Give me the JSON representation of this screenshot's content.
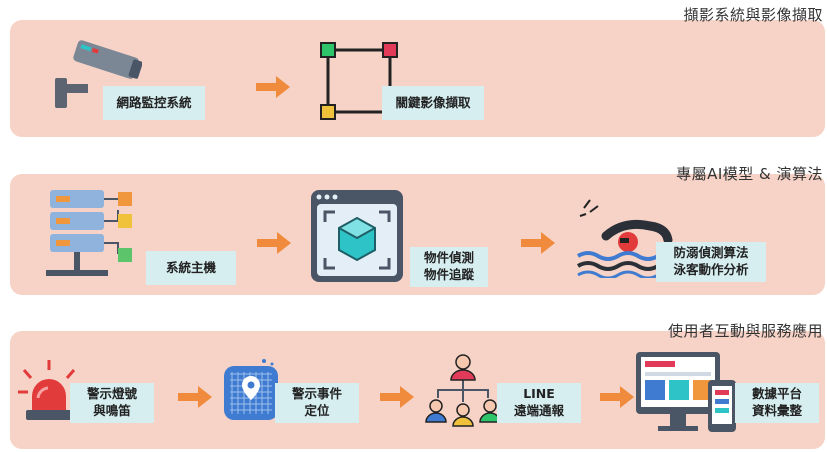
{
  "sections": [
    {
      "title": "擷影系統與影像擷取",
      "items": [
        {
          "lines": [
            "網路監控系統"
          ],
          "icon": "security-camera-icon"
        },
        {
          "lines": [
            "關鍵影像擷取"
          ],
          "icon": "crop-frame-icon"
        }
      ]
    },
    {
      "title": "專屬AI模型 & 演算法",
      "items": [
        {
          "lines": [
            "系統主機"
          ],
          "icon": "server-icon"
        },
        {
          "lines": [
            "物件偵測",
            "物件追蹤"
          ],
          "icon": "object-detection-icon"
        },
        {
          "lines": [
            "防溺偵測算法",
            "泳客動作分析"
          ],
          "icon": "swimmer-icon"
        }
      ]
    },
    {
      "title": "使用者互動與服務應用",
      "items": [
        {
          "lines": [
            "警示燈號",
            "與鳴笛"
          ],
          "icon": "siren-icon"
        },
        {
          "lines": [
            "警示事件",
            "定位"
          ],
          "icon": "location-map-icon"
        },
        {
          "lines": [
            "LINE",
            "遠端通報"
          ],
          "icon": "people-network-icon"
        },
        {
          "lines": [
            "數據平台",
            "資料彙整"
          ],
          "icon": "dashboard-devices-icon"
        }
      ]
    }
  ],
  "colors": {
    "band": "#f6d3c6",
    "label_bg": "#d6eef0",
    "arrow": "#f08a3c",
    "icon_dark": "#4a5566",
    "icon_teal": "#2ec4c7",
    "icon_orange": "#f0963c",
    "icon_blue": "#3f7bd0",
    "icon_red": "#e23b3b"
  }
}
